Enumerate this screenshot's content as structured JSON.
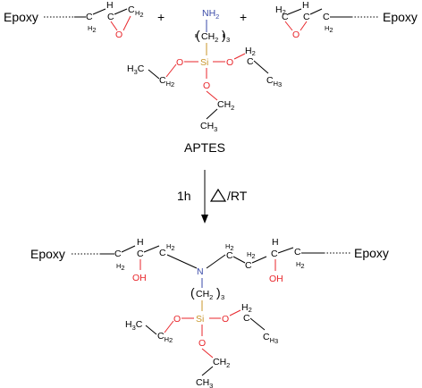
{
  "top": {
    "epoxy_left": "Epoxy",
    "epoxy_right": "Epoxy",
    "plus": "+",
    "atoms": {
      "C": "C",
      "H": "H",
      "O": "O",
      "N": "N",
      "NH": "NH",
      "Si": "Si",
      "CH": "CH",
      "sub2": "2",
      "sub3": "3"
    },
    "aptes_label": "APTES"
  },
  "arrow": {
    "time": "1h",
    "condition": "/RT"
  },
  "product": {
    "epoxy_left": "Epoxy",
    "epoxy_right": "Epoxy",
    "oh": "OH"
  },
  "colors": {
    "oxygen": "#e8262b",
    "nitrogen": "#3a4aa8",
    "silicon": "#c8952a"
  }
}
